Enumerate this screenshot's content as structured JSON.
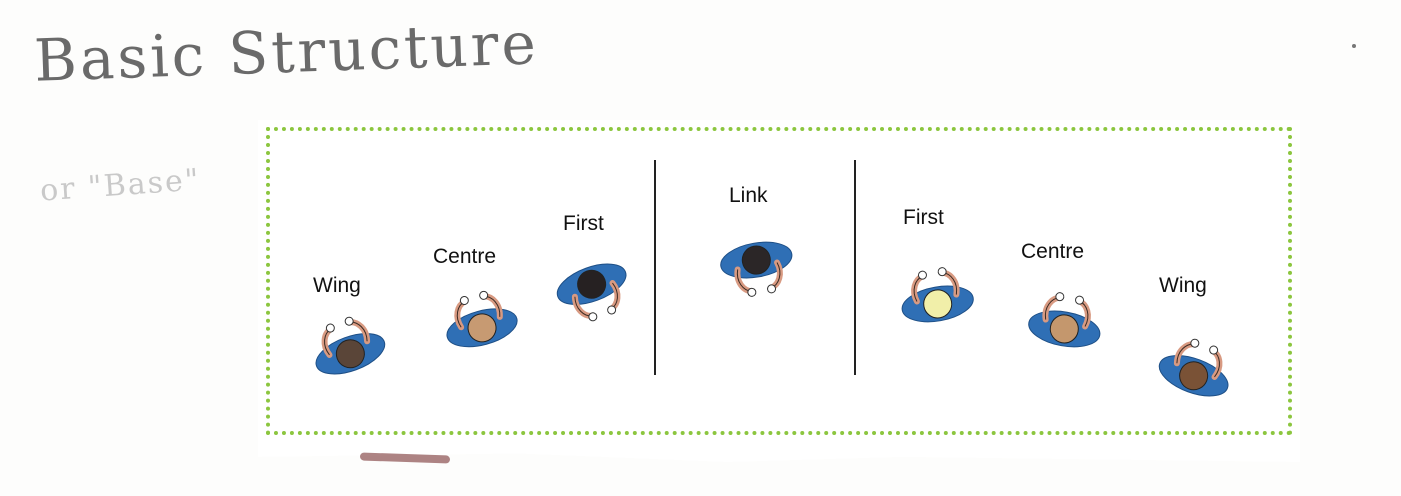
{
  "title": "Basic Structure",
  "subtitle": "or \"Base\"",
  "colors": {
    "frame": "#8cc63f",
    "shirt": "#2f6fb5",
    "skin": "#d89a82"
  },
  "positions": [
    {
      "label": "Wing",
      "head_color": "#5a4538"
    },
    {
      "label": "Centre",
      "head_color": "#c79a72"
    },
    {
      "label": "First",
      "head_color": "#262122"
    },
    {
      "label": "Link",
      "head_color": "#2b2627"
    },
    {
      "label": "First",
      "head_color": "#f1efa9"
    },
    {
      "label": "Centre",
      "head_color": "#c4976d"
    },
    {
      "label": "Wing",
      "head_color": "#7a5236"
    }
  ]
}
